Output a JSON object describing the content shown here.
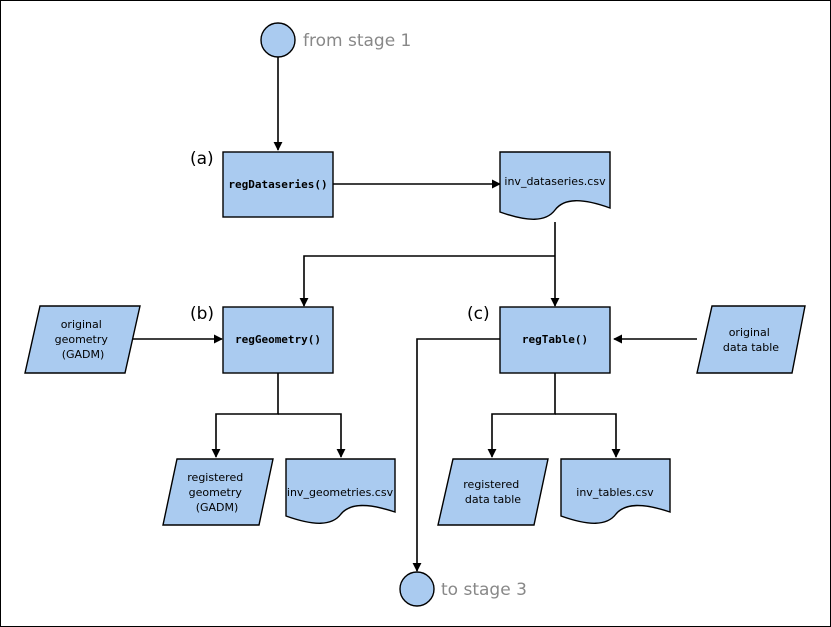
{
  "terminals": {
    "start": "from stage 1",
    "end": "to stage 3"
  },
  "labels": {
    "a": "(a)",
    "b": "(b)",
    "c": "(c)"
  },
  "functions": {
    "reg_dataseries": "regDataseries()",
    "reg_geometry": "regGeometry()",
    "reg_table": "regTable()"
  },
  "documents": {
    "inv_dataseries": "inv_dataseries.csv",
    "inv_geometries": "inv_geometries.csv",
    "inv_tables": "inv_tables.csv"
  },
  "data_inputs": {
    "original_geometry": [
      "original",
      "geometry",
      "(GADM)"
    ],
    "original_table": [
      "original",
      "data table"
    ]
  },
  "data_outputs": {
    "registered_geometry": [
      "registered",
      "geometry",
      "(GADM)"
    ],
    "registered_table": [
      "registered",
      "data table"
    ]
  },
  "colors": {
    "node_fill": "#aacbf0",
    "terminal_text": "#888888",
    "border": "#000000"
  }
}
